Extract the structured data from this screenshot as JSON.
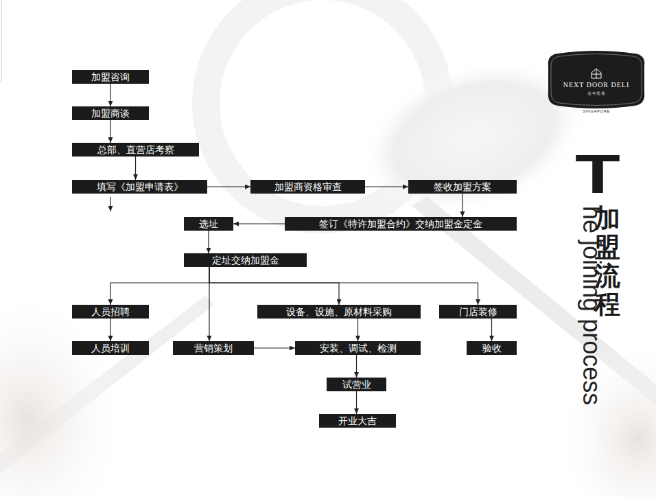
{
  "diagram": {
    "title": "加盟流程",
    "nodes": [
      {
        "text": [
          "加盟咨询"
        ]
      },
      {
        "text": [
          "加盟商谈"
        ]
      },
      {
        "text": [
          "总部、直营店考察"
        ]
      },
      {
        "text": [
          "填写《加盟申请表》"
        ]
      },
      {
        "text": [
          "加盟商资格审查"
        ]
      },
      {
        "text": [
          "签收加盟方案"
        ]
      },
      {
        "text": [
          "签订《特许加盟合约》交纳加盟金定金"
        ]
      },
      {
        "text": [
          "选址"
        ]
      },
      {
        "text": [
          "定址交纳加盟金"
        ]
      },
      {
        "text": [
          "人员招聘"
        ]
      },
      {
        "text": [
          "设备、设施、原材料采购"
        ]
      },
      {
        "text": [
          "门店装修"
        ]
      },
      {
        "text": [
          "人员培训"
        ]
      },
      {
        "text": [
          "营销策划"
        ]
      },
      {
        "text": [
          "安装、调试、检测"
        ]
      },
      {
        "text": [
          "验收"
        ]
      },
      {
        "text": [
          "试营业"
        ]
      },
      {
        "text": [
          "开业大吉"
        ]
      },
      {
        "text": [
          "NEXT DOOR DELI",
          "去年优食",
          "SINGAPORE"
        ]
      }
    ],
    "edges": [
      {
        "from": 0,
        "to": 1,
        "arrow": "to"
      },
      {
        "from": 1,
        "to": 2,
        "arrow": "to"
      },
      {
        "from": 2,
        "to": 3,
        "arrow": "to"
      },
      {
        "from": 3,
        "to": 4,
        "arrow": "to"
      },
      {
        "from": 4,
        "to": 5,
        "arrow": "to"
      },
      {
        "from": 5,
        "to": 6,
        "arrow": "to"
      },
      {
        "from": 6,
        "to": 7,
        "arrow": "to"
      },
      {
        "from": 7,
        "to": 8,
        "arrow": "to"
      },
      {
        "from": 8,
        "to": 9,
        "arrow": "to"
      },
      {
        "from": 8,
        "to": 10,
        "arrow": "to"
      },
      {
        "from": 8,
        "to": 11,
        "arrow": "to"
      },
      {
        "from": 8,
        "to": 13,
        "arrow": "to"
      },
      {
        "from": 9,
        "to": 12,
        "arrow": "to"
      },
      {
        "from": 10,
        "to": 14,
        "arrow": "to"
      },
      {
        "from": 11,
        "to": 15,
        "arrow": "to"
      },
      {
        "from": 13,
        "to": 14,
        "arrow": "to"
      },
      {
        "from": 14,
        "to": 16,
        "arrow": "to"
      },
      {
        "from": 16,
        "to": 17,
        "arrow": "to"
      }
    ],
    "labels": [
      "T",
      "he joining process"
    ]
  }
}
